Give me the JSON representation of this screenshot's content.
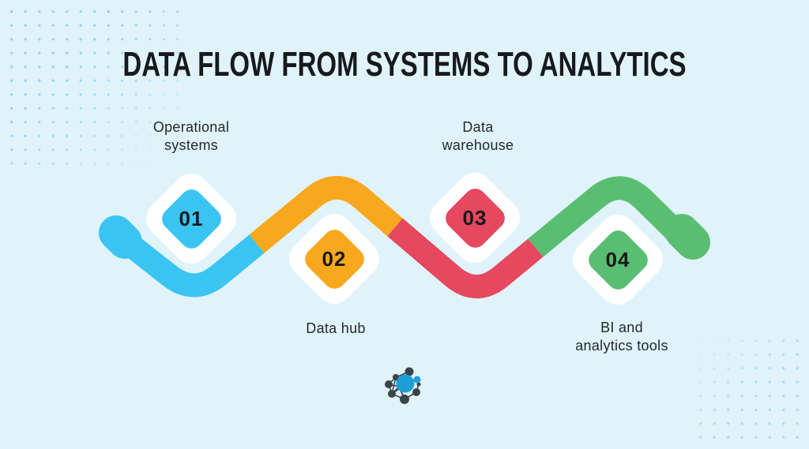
{
  "title": "DATA FLOW FROM SYSTEMS TO ANALYTICS",
  "steps": [
    {
      "number": "01",
      "label": "Operational systems",
      "label_lines": [
        "Operational",
        "systems"
      ],
      "color": "#3AC4F2"
    },
    {
      "number": "02",
      "label": "Data hub",
      "label_lines": [
        "Data hub"
      ],
      "color": "#F8A81E"
    },
    {
      "number": "03",
      "label": "Data warehouse",
      "label_lines": [
        "Data",
        "warehouse"
      ],
      "color": "#E5485F"
    },
    {
      "number": "04",
      "label": "BI and analytics tools",
      "label_lines": [
        "BI and",
        "analytics tools"
      ],
      "color": "#5ABE72"
    }
  ],
  "colors": {
    "background": "#E0F3FB",
    "path_blue": "#3AC4F2",
    "path_orange": "#F8A81E",
    "path_red": "#E5485F",
    "path_green": "#5ABE72",
    "diamond_frame": "#FFFFFF",
    "title_text": "#17191C",
    "label_text": "#24282B",
    "dot_pattern": "#4DBEEB",
    "logo_dark": "#3A4348",
    "logo_blue": "#1E9FD8"
  },
  "logo": {
    "name": "network-nodes-logo"
  }
}
